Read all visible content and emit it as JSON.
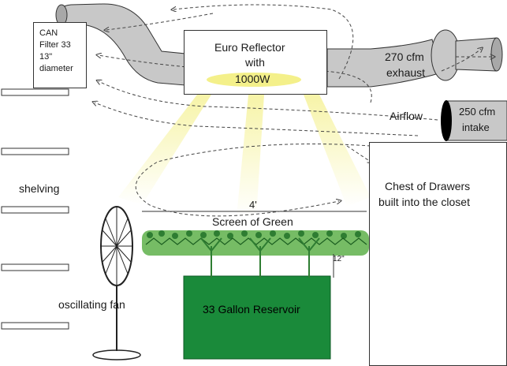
{
  "labels": {
    "can_filter_line1": "CAN",
    "can_filter_line2": "Filter 33",
    "can_filter_line3": "13\"",
    "can_filter_line4": "diameter",
    "reflector_line1": "Euro Reflector",
    "reflector_line2": "with",
    "reflector_line3": "1000W",
    "exhaust_line1": "270 cfm",
    "exhaust_line2": "exhaust",
    "intake_line1": "250 cfm",
    "intake_line2": "intake",
    "airflow": "Airflow",
    "chest_line1": "Chest of Drawers",
    "chest_line2": "built into the closet",
    "shelving": "shelving",
    "width": "4'",
    "scrog": "Screen of Green",
    "height": "12\"",
    "fan": "oscillating fan",
    "reservoir": "33 Gallon Reservoir"
  },
  "colors": {
    "reservoir": "#1a8a3a",
    "duct": "#c8c8c8",
    "light_glow": "#f4f08a",
    "foliage": "#3e9a3e",
    "intake_fan": "#000000"
  }
}
